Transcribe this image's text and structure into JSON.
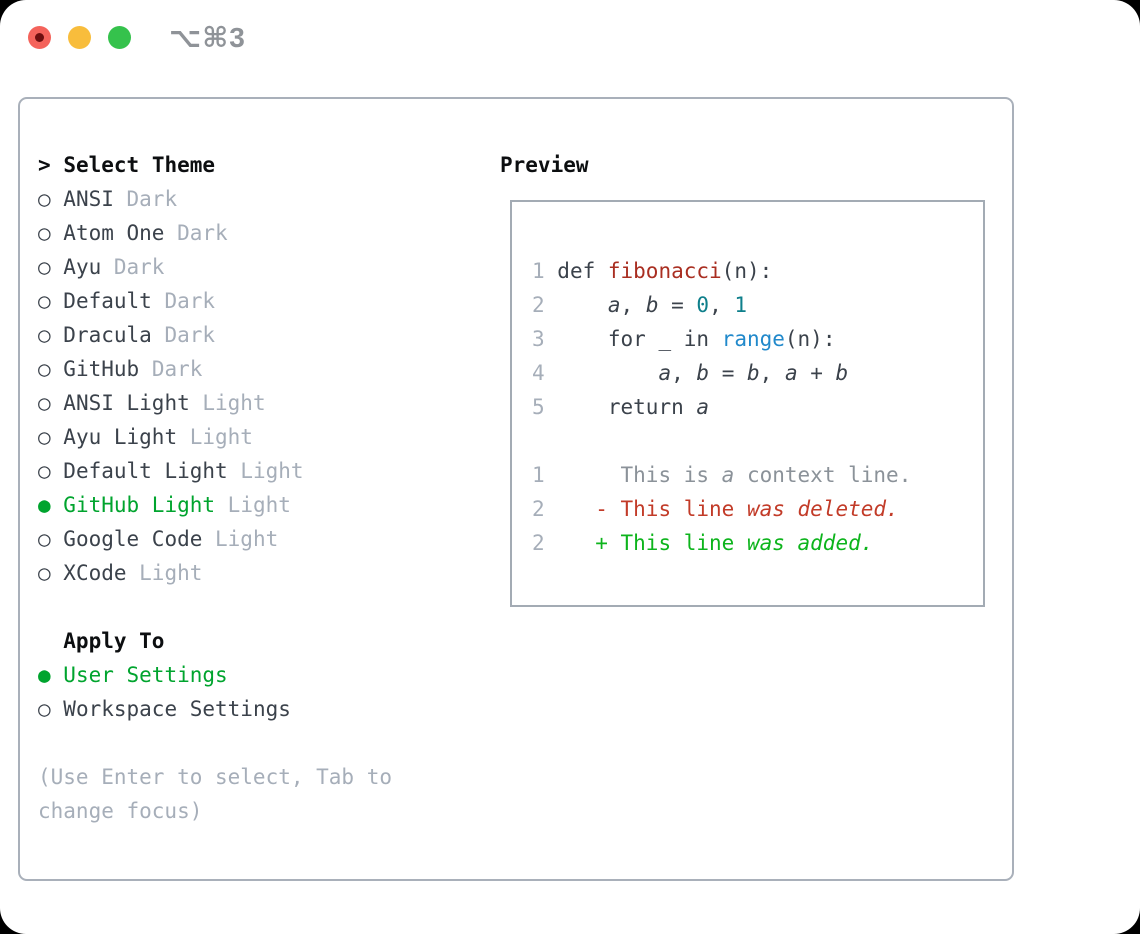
{
  "titlebar": {
    "shortcut": "⌥⌘3"
  },
  "theme_picker": {
    "header": "Select Theme",
    "header_marker": ">",
    "marker_unselected": "○",
    "marker_selected": "●",
    "items": [
      {
        "name": "ANSI",
        "variant": "Dark",
        "selected": false
      },
      {
        "name": "Atom One",
        "variant": "Dark",
        "selected": false
      },
      {
        "name": "Ayu",
        "variant": "Dark",
        "selected": false
      },
      {
        "name": "Default",
        "variant": "Dark",
        "selected": false
      },
      {
        "name": "Dracula",
        "variant": "Dark",
        "selected": false
      },
      {
        "name": "GitHub",
        "variant": "Dark",
        "selected": false
      },
      {
        "name": "ANSI Light",
        "variant": "Light",
        "selected": false
      },
      {
        "name": "Ayu Light",
        "variant": "Light",
        "selected": false
      },
      {
        "name": "Default Light",
        "variant": "Light",
        "selected": false
      },
      {
        "name": "GitHub Light",
        "variant": "Light",
        "selected": true
      },
      {
        "name": "Google Code",
        "variant": "Light",
        "selected": false
      },
      {
        "name": "XCode",
        "variant": "Light",
        "selected": false
      }
    ]
  },
  "apply_to": {
    "header": "Apply To",
    "items": [
      {
        "name": "User Settings",
        "selected": true
      },
      {
        "name": "Workspace Settings",
        "selected": false
      }
    ]
  },
  "hint": "(Use Enter to select, Tab to change focus)",
  "preview": {
    "label": "Preview",
    "lines": [
      {
        "name": "code-line-1",
        "tokens": [
          {
            "t": "1 ",
            "s": "ln"
          },
          {
            "t": "def ",
            "s": "d"
          },
          {
            "t": "fibonacci",
            "s": "fn"
          },
          {
            "t": "(n):",
            "s": "d"
          }
        ]
      },
      {
        "name": "code-line-2",
        "tokens": [
          {
            "t": "2 ",
            "s": "ln"
          },
          {
            "t": "    ",
            "s": "d"
          },
          {
            "t": "a",
            "s": "v"
          },
          {
            "t": ", ",
            "s": "d"
          },
          {
            "t": "b",
            "s": "v"
          },
          {
            "t": " = ",
            "s": "d"
          },
          {
            "t": "0",
            "s": "n"
          },
          {
            "t": ", ",
            "s": "d"
          },
          {
            "t": "1",
            "s": "n"
          }
        ]
      },
      {
        "name": "code-line-3",
        "tokens": [
          {
            "t": "3 ",
            "s": "ln"
          },
          {
            "t": "    for _ in ",
            "s": "d"
          },
          {
            "t": "range",
            "s": "b"
          },
          {
            "t": "(n):",
            "s": "d"
          }
        ]
      },
      {
        "name": "code-line-4",
        "tokens": [
          {
            "t": "4 ",
            "s": "ln"
          },
          {
            "t": "        ",
            "s": "d"
          },
          {
            "t": "a",
            "s": "v"
          },
          {
            "t": ", ",
            "s": "d"
          },
          {
            "t": "b",
            "s": "v"
          },
          {
            "t": " = ",
            "s": "d"
          },
          {
            "t": "b",
            "s": "v"
          },
          {
            "t": ", ",
            "s": "d"
          },
          {
            "t": "a",
            "s": "v"
          },
          {
            "t": " + ",
            "s": "d"
          },
          {
            "t": "b",
            "s": "v"
          }
        ]
      },
      {
        "name": "code-line-5",
        "tokens": [
          {
            "t": "5 ",
            "s": "ln"
          },
          {
            "t": "    return ",
            "s": "d"
          },
          {
            "t": "a",
            "s": "v"
          }
        ]
      },
      {
        "name": "blank-line",
        "tokens": []
      },
      {
        "name": "diff-context-line",
        "tokens": [
          {
            "t": "1 ",
            "s": "ln"
          },
          {
            "t": "     ",
            "s": "d"
          },
          {
            "t": "This is ",
            "s": "ctx"
          },
          {
            "t": "a",
            "s": "ctxi"
          },
          {
            "t": " context line.",
            "s": "ctx"
          }
        ]
      },
      {
        "name": "diff-deleted-line",
        "tokens": [
          {
            "t": "2 ",
            "s": "ln"
          },
          {
            "t": "   ",
            "s": "d"
          },
          {
            "t": "- This line ",
            "s": "del"
          },
          {
            "t": "was deleted.",
            "s": "deli"
          }
        ]
      },
      {
        "name": "diff-added-line",
        "tokens": [
          {
            "t": "2 ",
            "s": "ln"
          },
          {
            "t": "   ",
            "s": "d"
          },
          {
            "t": "+ This line ",
            "s": "add"
          },
          {
            "t": "was added.",
            "s": "addi"
          }
        ]
      }
    ]
  },
  "colors": {
    "selection_green": "#00a42e",
    "added_green": "#0db41c",
    "deleted_red": "#c23b28",
    "function_red": "#a92e21",
    "number_teal": "#0e7f8b",
    "builtin_blue": "#2189cb",
    "text_dark": "#3b424b",
    "muted_gray": "#a6aeb9",
    "context_gray": "#8b9299",
    "traffic_red": "#f4635b",
    "traffic_yellow": "#f8bd3c",
    "traffic_green": "#35c24c"
  }
}
